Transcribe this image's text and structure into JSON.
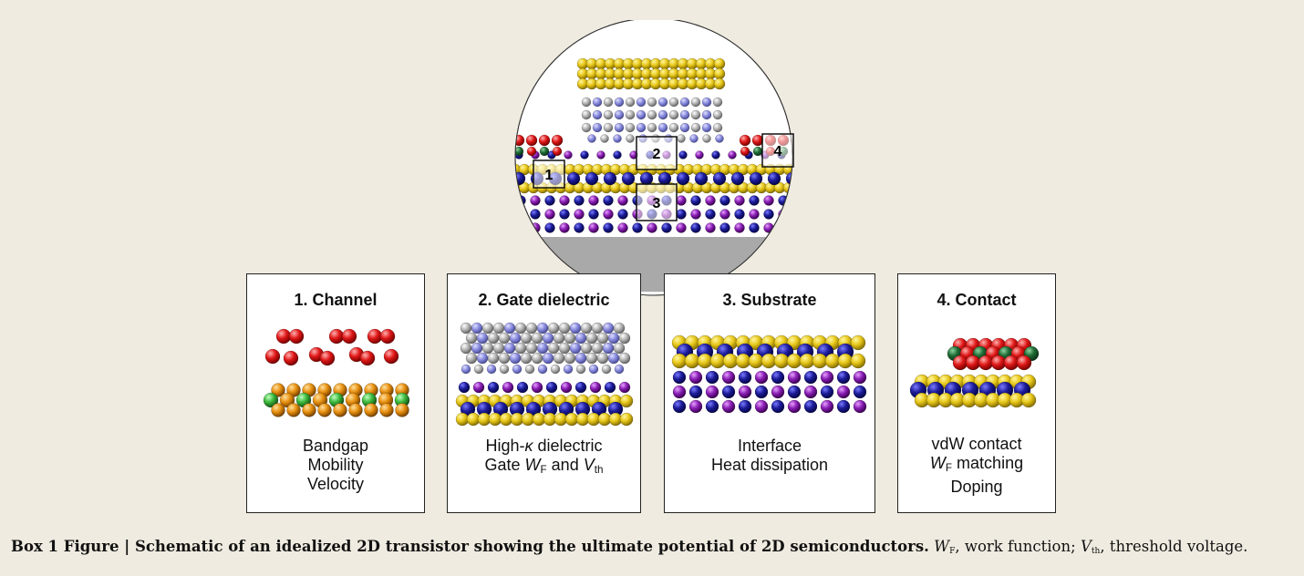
{
  "colors": {
    "background": "#efebe0",
    "gold": "#e8c81a",
    "gray": "#b8b8b8",
    "lavender": "#8c8ee0",
    "navy": "#1c1c9a",
    "purple": "#8a1fb5",
    "red": "#e01818",
    "darkgreen": "#1f6b35",
    "green": "#3cb83c",
    "orange": "#e8900f",
    "substrate": "#a9a9a9"
  },
  "magnifier": {
    "callouts": [
      "1",
      "2",
      "3",
      "4"
    ]
  },
  "panels": [
    {
      "title": "1. Channel",
      "lines": [
        [
          "Bandgap"
        ],
        [
          "Mobility"
        ],
        [
          "Velocity"
        ]
      ]
    },
    {
      "title": "2. Gate dielectric",
      "lines": [
        [
          "High-",
          "κ",
          " dielectric"
        ],
        [
          "Gate ",
          "W",
          "F",
          " and ",
          "V",
          "th"
        ]
      ]
    },
    {
      "title": "3. Substrate",
      "lines": [
        [
          "Interface"
        ],
        [
          "Heat dissipation"
        ]
      ]
    },
    {
      "title": "4. Contact",
      "lines": [
        [
          "vdW contact"
        ],
        [
          "W",
          "F",
          " matching"
        ],
        [
          "Doping"
        ]
      ]
    }
  ],
  "caption": {
    "bold": "Box 1 Figure | Schematic of an idealized 2D transistor showing the ultimate potential of 2D semiconductors.",
    "wf_symbol": "W",
    "wf_sub": "F",
    "wf_text": ", work function; ",
    "vth_symbol": "V",
    "vth_sub": "th",
    "vth_text": ", threshold voltage."
  }
}
